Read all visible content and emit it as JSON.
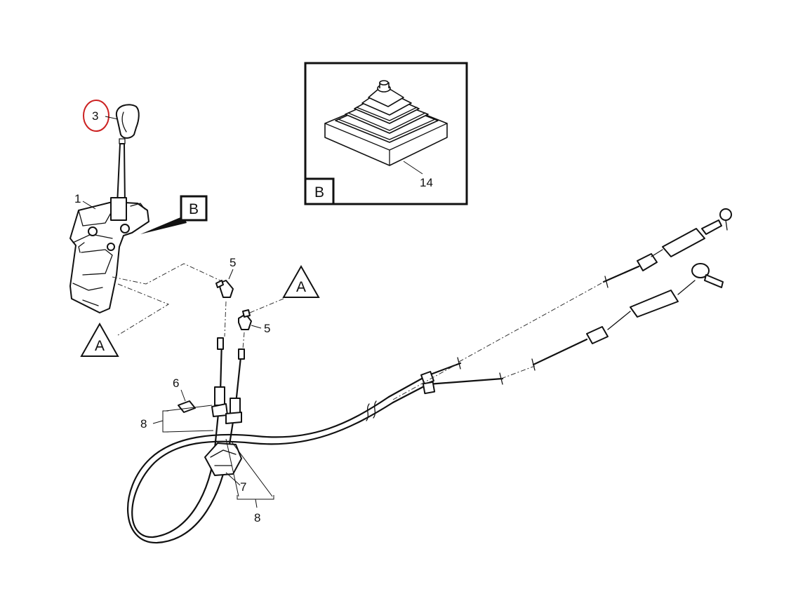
{
  "highlight_color": "#cc2222",
  "labels": {
    "p1": "1",
    "p3": "3",
    "p5a": "5",
    "p5b": "5",
    "p6": "6",
    "p7": "7",
    "p8a": "8",
    "p8b": "8",
    "p14": "14"
  },
  "callouts": {
    "a_left": "A",
    "a_right": "A",
    "b_left": "B",
    "b_inset": "B"
  }
}
